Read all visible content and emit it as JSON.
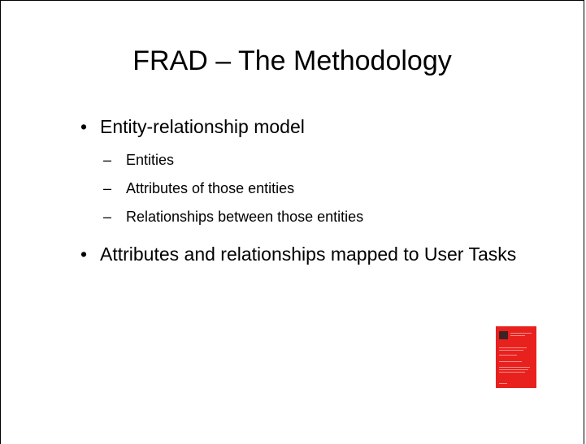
{
  "slide": {
    "title": "FRAD – The Methodology",
    "bullets": [
      {
        "text": "Entity-relationship model",
        "sub_items": [
          "Entities",
          "Attributes of those entities",
          "Relationships between those entities"
        ]
      },
      {
        "text": "Attributes and relationships mapped to User Tasks",
        "sub_items": []
      }
    ],
    "bullet_glyph": "•",
    "dash_glyph": "–"
  },
  "image": {
    "name": "frad-book-cover",
    "cover_color": "#e8211e"
  }
}
